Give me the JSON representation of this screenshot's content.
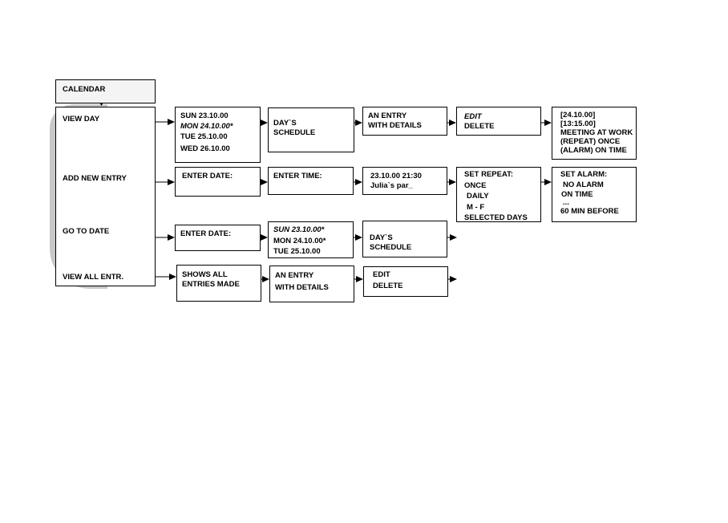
{
  "calendar": {
    "label": "CALENDAR"
  },
  "menu": {
    "view_day": "VIEW DAY",
    "add_new_entry": "ADD NEW ENTRY",
    "go_to_date": "GO TO DATE",
    "view_all": "VIEW ALL ENTR."
  },
  "view_day_flow": {
    "dates": [
      "SUN 23.10.00",
      "MON 24.10.00*",
      "TUE 25.10.00",
      "WED 26.10.00"
    ],
    "schedule": [
      "DAY`S",
      "SCHEDULE"
    ],
    "entry": [
      "AN ENTRY",
      "WITH DETAILS"
    ],
    "actions": [
      "EDIT",
      "DELETE"
    ],
    "details": [
      "[24.10.00]",
      "[13:15.00]",
      "MEETING AT WORK",
      "(REPEAT) ONCE",
      "(ALARM)  ON TIME"
    ]
  },
  "add_entry_flow": {
    "enter_date": "ENTER DATE:",
    "enter_time": "ENTER TIME:",
    "entry_text": [
      "23.10.00  21:30",
      "Julia`s par_"
    ],
    "repeat": [
      "SET REPEAT:",
      "ONCE",
      "DAILY",
      "M - F",
      "SELECTED DAYS"
    ],
    "alarm": [
      "SET ALARM:",
      "NO ALARM",
      "ON TIME",
      "...",
      "60 MIN BEFORE"
    ]
  },
  "go_to_date_flow": {
    "enter_date": "ENTER DATE:",
    "dates": [
      "SUN 23.10.00*",
      "MON 24.10.00*",
      "TUE 25.10.00"
    ],
    "schedule": [
      "DAY`S",
      "SCHEDULE"
    ]
  },
  "view_all_flow": {
    "shows": [
      "SHOWS ALL",
      "ENTRIES MADE"
    ],
    "entry": [
      "AN ENTRY",
      "WITH DETAILS"
    ],
    "actions": [
      "EDIT",
      "DELETE"
    ]
  }
}
